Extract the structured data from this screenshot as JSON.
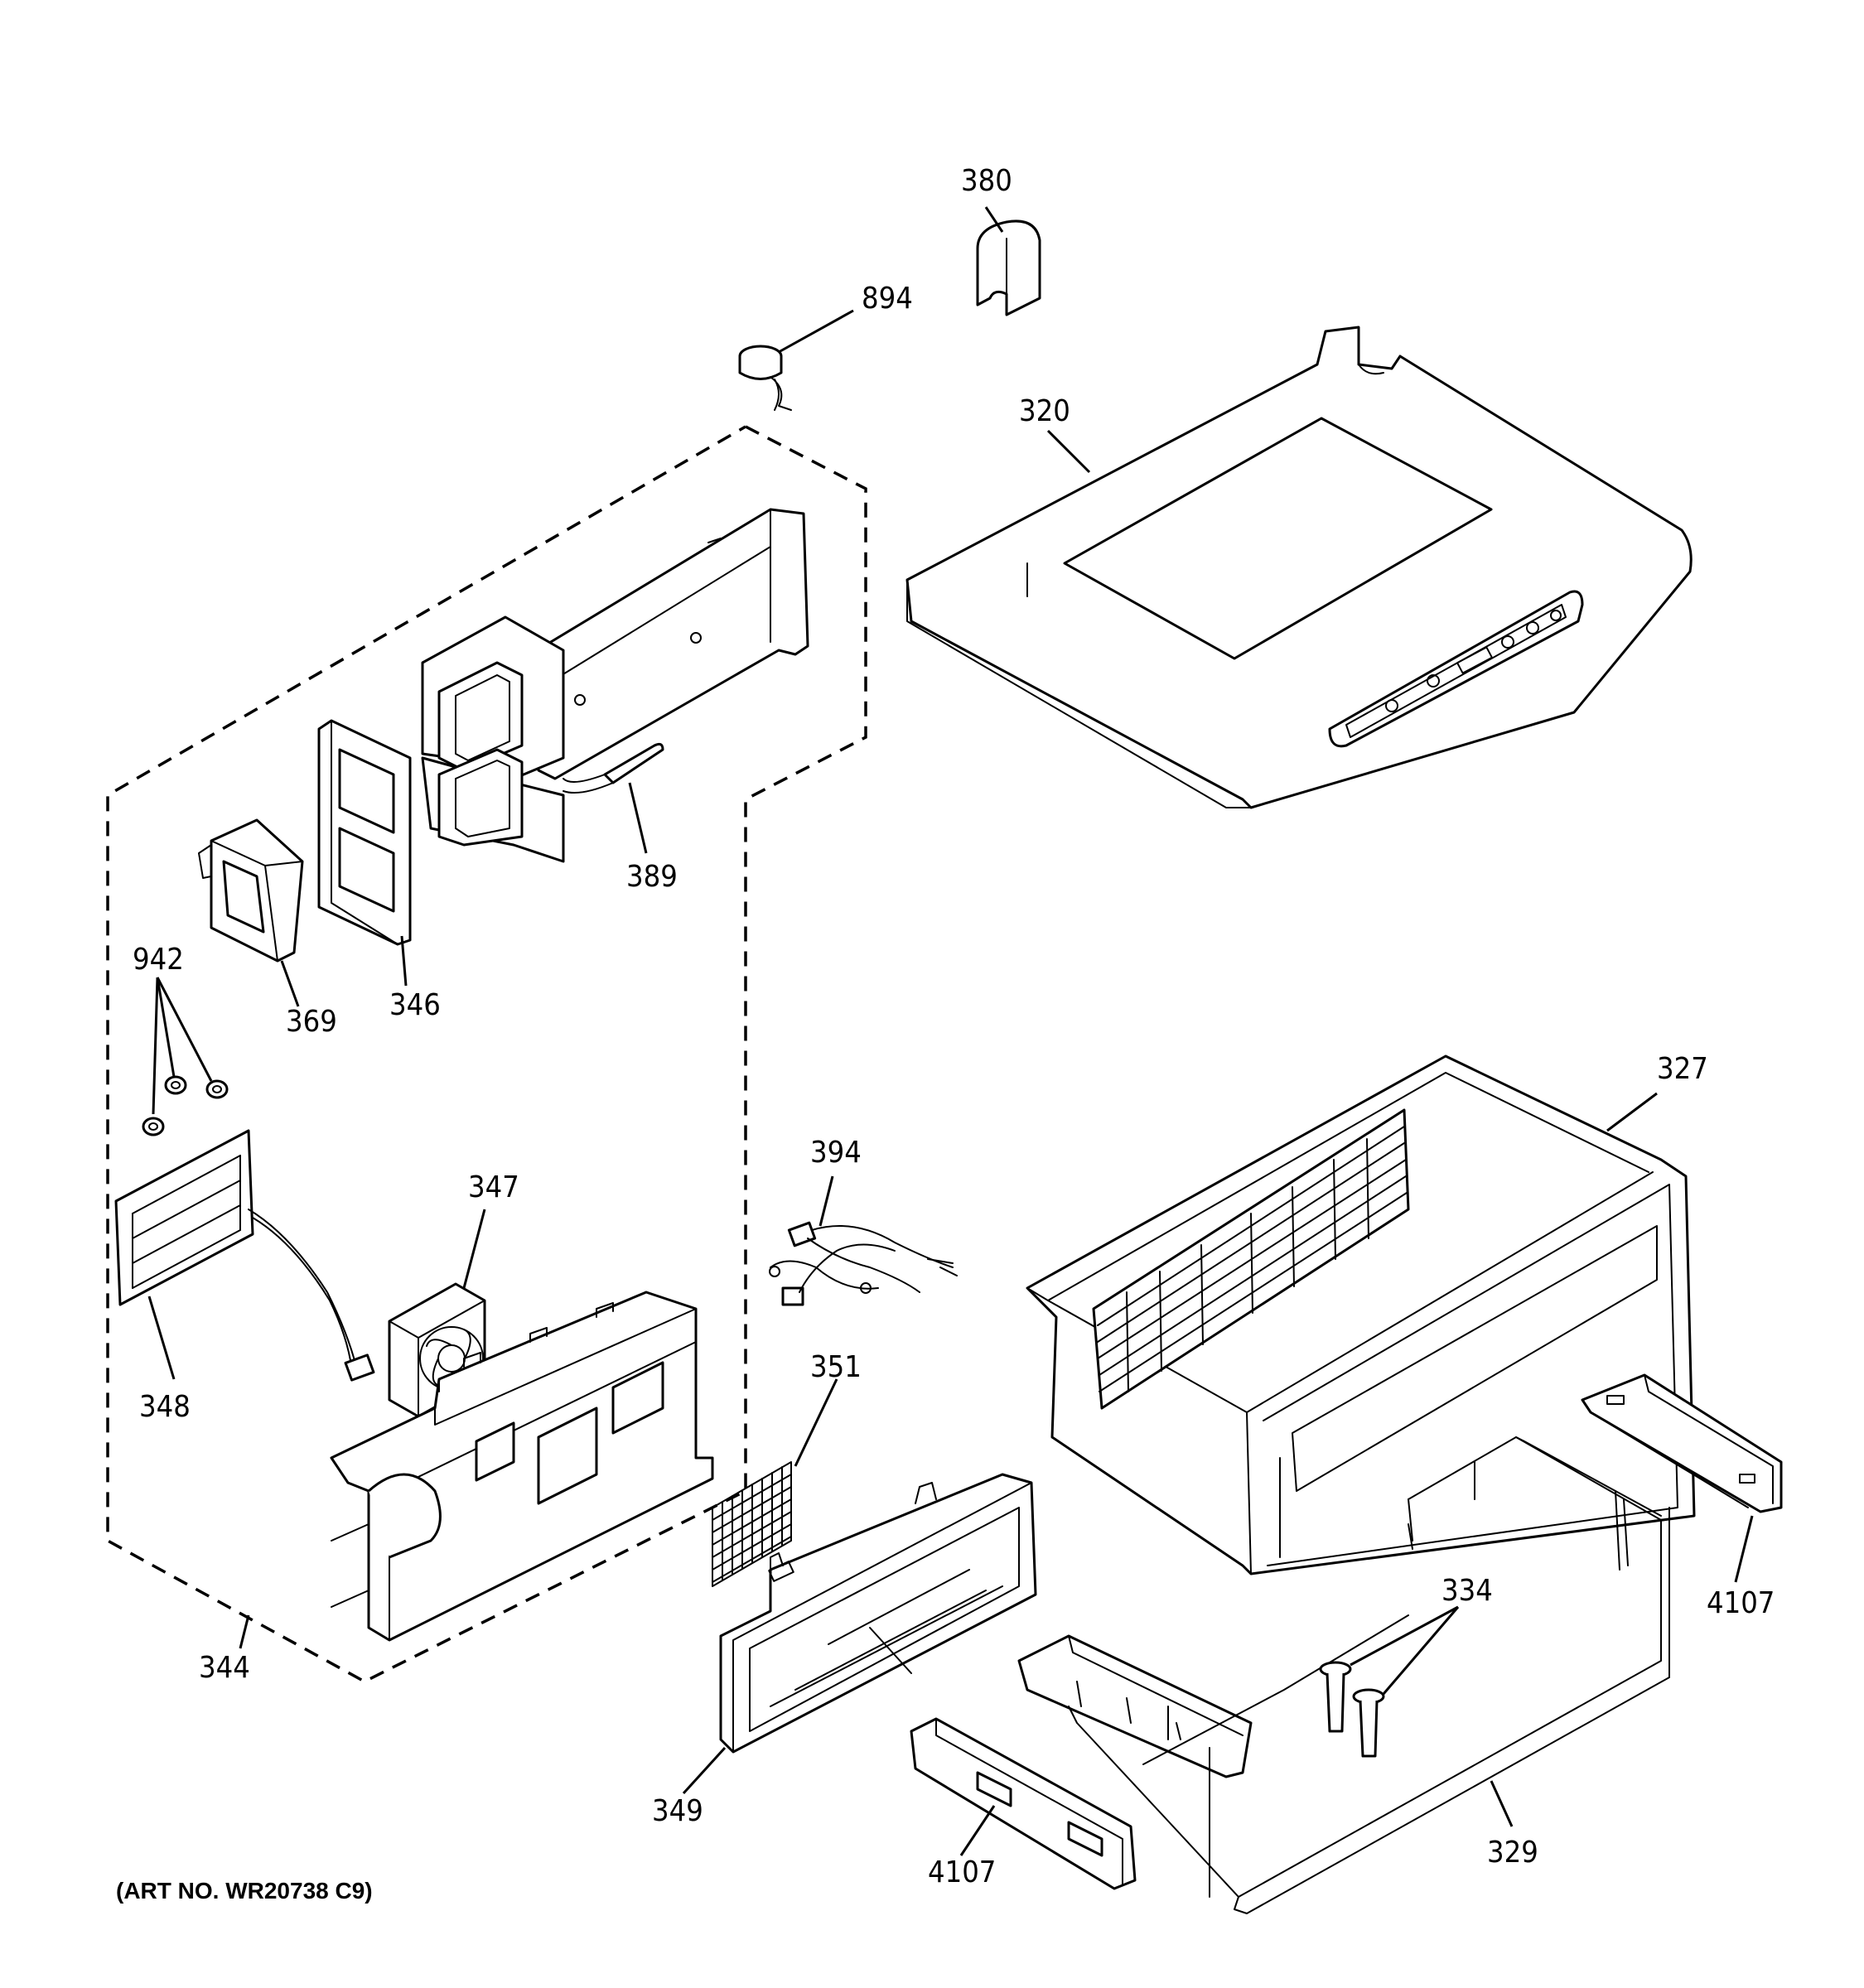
{
  "callouts": {
    "c380": "380",
    "c894": "894",
    "c320": "320",
    "c389": "389",
    "c346": "346",
    "c369": "369",
    "c942": "942",
    "c347": "347",
    "c348": "348",
    "c344": "344",
    "c394": "394",
    "c351": "351",
    "c349": "349",
    "c327": "327",
    "c4107a": "4107",
    "c334": "334",
    "c4107b": "4107",
    "c329": "329"
  },
  "art_number": "(ART NO. WR20738 C9)"
}
